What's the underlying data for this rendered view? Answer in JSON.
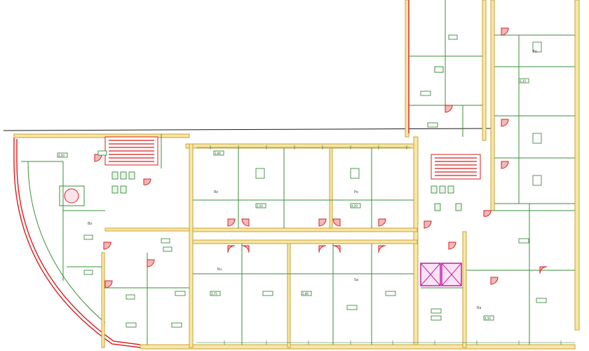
{
  "title": "",
  "colors": {
    "wall": "#f6e7a6",
    "partition": "#3a8f3a",
    "fire_door": "#d81f1f",
    "elevator": "#c01fa8",
    "outline": "#1a1a1a"
  },
  "room_tags": [
    "4,00",
    "3,86",
    "2,50",
    "4,20",
    "3,75",
    "2,86",
    "4,50",
    "6,10"
  ],
  "room_labels": [
    "Bo",
    "Ro",
    "Po",
    "Ku",
    "Sa",
    "Ra",
    "Fo"
  ]
}
